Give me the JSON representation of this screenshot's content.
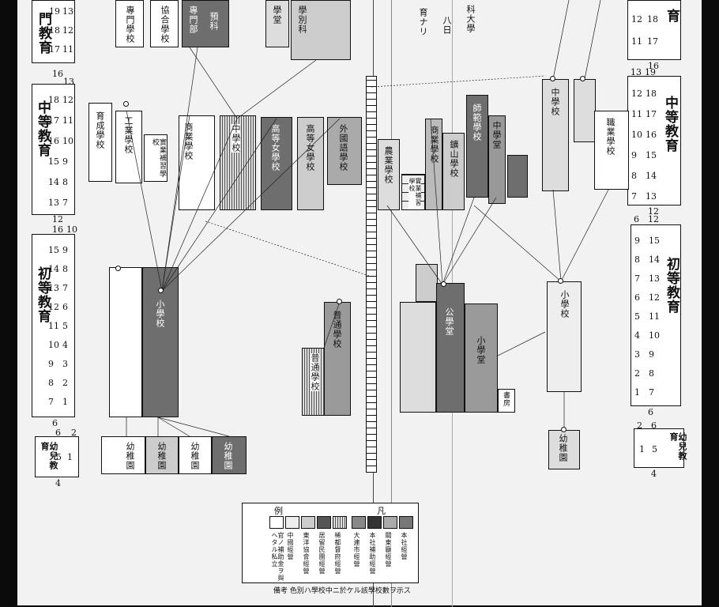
{
  "left_panel": {
    "higher": {
      "ages": [
        "19",
        "18",
        "17"
      ],
      "nums": [
        "13",
        "12",
        "11"
      ],
      "label": "門教育"
    },
    "middle": {
      "label": "中等教育",
      "top": "16",
      "top2": "13",
      "ages": [
        "18",
        "17",
        "16",
        "15",
        "14",
        "13"
      ],
      "nums": [
        "12",
        "11",
        "10",
        "9",
        "8",
        "7"
      ],
      "bottom": "12"
    },
    "primary": {
      "label": "初等教育",
      "top": "16",
      "top2": "10",
      "ages": [
        "15",
        "14",
        "13",
        "12",
        "11",
        "10",
        "9",
        "8",
        "7"
      ],
      "nums": [
        "9",
        "8",
        "7",
        "6",
        "5",
        "4",
        "3",
        "2",
        "1"
      ],
      "bottom": "6"
    },
    "kinder": {
      "label": "幼兒教育",
      "top": "6",
      "top2": "2",
      "age": "5",
      "num": "1",
      "bottom": "4"
    }
  },
  "right_panel": {
    "higher": {
      "label": "育",
      "ages": [
        "12",
        "11"
      ],
      "nums": [
        "18",
        "17"
      ],
      "bottom": "16"
    },
    "middle": {
      "label": "中等教育",
      "top": "13",
      "top2": "19",
      "ages": [
        "12",
        "11",
        "10",
        "9",
        "8",
        "7"
      ],
      "nums": [
        "18",
        "17",
        "16",
        "15",
        "14",
        "13"
      ],
      "bottom": "12"
    },
    "primary": {
      "label": "初等教育",
      "top": "6",
      "top2": "12",
      "ages": [
        "9",
        "8",
        "7",
        "6",
        "5",
        "4",
        "3",
        "2",
        "1"
      ],
      "nums": [
        "15",
        "14",
        "13",
        "12",
        "11",
        "10",
        "9",
        "8",
        "7"
      ],
      "bottom": "6"
    },
    "kinder": {
      "label": "幼兒教育",
      "top": "2",
      "top2": "6",
      "age": "1",
      "num": "5",
      "bottom": "4"
    }
  },
  "top_texts": {
    "a": "科大學",
    "b": "八日",
    "c": "育ナリ",
    "d": "專門學校",
    "e": "協合學校",
    "f": "專門部",
    "g": "預科",
    "h": "學堂",
    "i": "學別科"
  },
  "schools": {
    "ikusei": "育成學校",
    "kogyo": "工業學校",
    "jitsugyo": "實業補習學校",
    "shogyo": "商業學校",
    "chugakko": "中學校",
    "koto_jo": "高等女學校",
    "kojo2": "高等女學校",
    "gaikoku": "外國語學校",
    "shogyo2": "商業學校",
    "kozan": "鑛山學校",
    "nogyo": "農業學校",
    "kinrou": "實業補習學校",
    "chugakudo": "中學堂",
    "shihan": "師範學校",
    "shokugyo": "職業學校",
    "chuga_r": "中學校",
    "shogakko": "小學校",
    "kogakko": "公學堂",
    "futsu": "普通學校",
    "futsu2": "普通學校",
    "shogakudo": "小學堂",
    "yochien": "幼稚園",
    "shoboo": "書房"
  },
  "legend": {
    "title_left": "例",
    "title_right": "凡",
    "items": [
      "官ノ補助金ヲ與ヘタル私立",
      "中國經營",
      "東洋協會經營",
      "居留民團經營",
      "稀都督府經營",
      "大連市經營",
      "本社補助經營",
      "關東廳經營",
      "本社經營"
    ],
    "note": "備考 色別ハ學校中ニ於ケル該學校數ヲ示ス"
  },
  "colors": {
    "paper": "#f2f2f2",
    "ink": "#111111",
    "dark": "#6e6e6e",
    "mid": "#9a9a9a",
    "frame": "#0b0b0b"
  }
}
